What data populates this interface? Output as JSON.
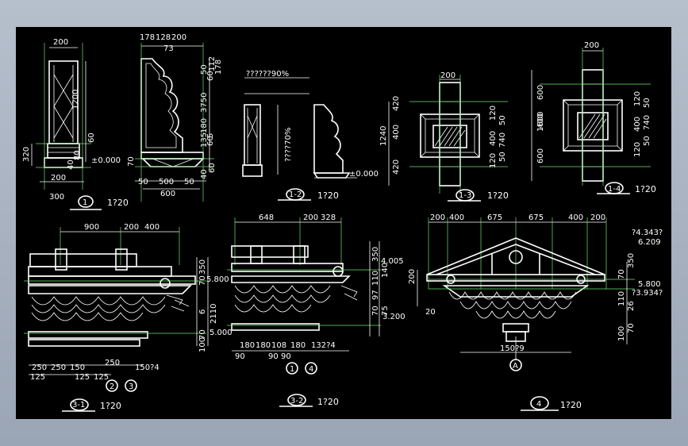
{
  "drawing": {
    "view1": {
      "dims_top": [
        "200"
      ],
      "dims_side": [
        "1200",
        "320",
        "60",
        "40",
        "80"
      ],
      "dims_bottom": [
        "200",
        "300"
      ],
      "level": "±0.000",
      "tag": "1",
      "scale": "1?20"
    },
    "view2": {
      "dims_top": [
        "178",
        "128",
        "200",
        "73"
      ],
      "dims_side": [
        "50",
        "178",
        "60",
        "112",
        "3750",
        "180",
        "135",
        "5",
        "60",
        "60",
        "40"
      ],
      "dims_bottom": [
        "50",
        "500",
        "50",
        "600"
      ],
      "left_dim": "70"
    },
    "view3": {
      "note_top": "??????90%",
      "note_side": "????70%",
      "level": "±0.000",
      "tag": "1-2",
      "scale": "1?20"
    },
    "view4": {
      "dims_top": [
        "200"
      ],
      "dims_side": [
        "1240",
        "400",
        "420",
        "420"
      ],
      "dims_right": [
        "120",
        "400",
        "120",
        "50",
        "740",
        "50"
      ],
      "tag": "1-3",
      "scale": "1?20"
    },
    "view5": {
      "dims_top": [
        "200"
      ],
      "dims_side": [
        "1600",
        "600",
        "400",
        "600"
      ],
      "dims_right": [
        "120",
        "400",
        "120",
        "50",
        "740",
        "50"
      ],
      "tag": "1-4",
      "scale": "1?20"
    },
    "view6": {
      "dims_top": [
        "900",
        "200",
        "400"
      ],
      "dims_side": [
        "350",
        "70",
        "6",
        "2110",
        "70",
        "100"
      ],
      "levels": [
        "5.800",
        "5.000"
      ],
      "dims_bottom": [
        "250",
        "250",
        "150",
        "250",
        "150?4",
        "125",
        "125",
        "125"
      ],
      "circles": [
        "2",
        "3"
      ],
      "tag": "3-1",
      "scale": "1?20"
    },
    "view7": {
      "dims_top": [
        "648",
        "200",
        "328"
      ],
      "dims_side": [
        "350",
        "110",
        "140",
        "70",
        "97",
        "75"
      ],
      "levels": [
        "4.005",
        "3.200"
      ],
      "dims_bottom": [
        "180",
        "180",
        "108",
        "180",
        "132?4",
        "90",
        "90",
        "90"
      ],
      "circles": [
        "1",
        "4"
      ],
      "tag": "3-2",
      "scale": "1?20"
    },
    "view8": {
      "dims_top": [
        "200",
        "400",
        "675",
        "675",
        "400",
        "200"
      ],
      "dims_left": [
        "200",
        "20"
      ],
      "dims_right": [
        "70",
        "350",
        "110",
        "26",
        "100",
        "70"
      ],
      "levels": [
        "?4.343?",
        "6.209",
        "5.800",
        "?3.934?"
      ],
      "dims_bottom": [
        "150?9"
      ],
      "axis": "A",
      "tag": "4",
      "scale": "1?20"
    }
  }
}
